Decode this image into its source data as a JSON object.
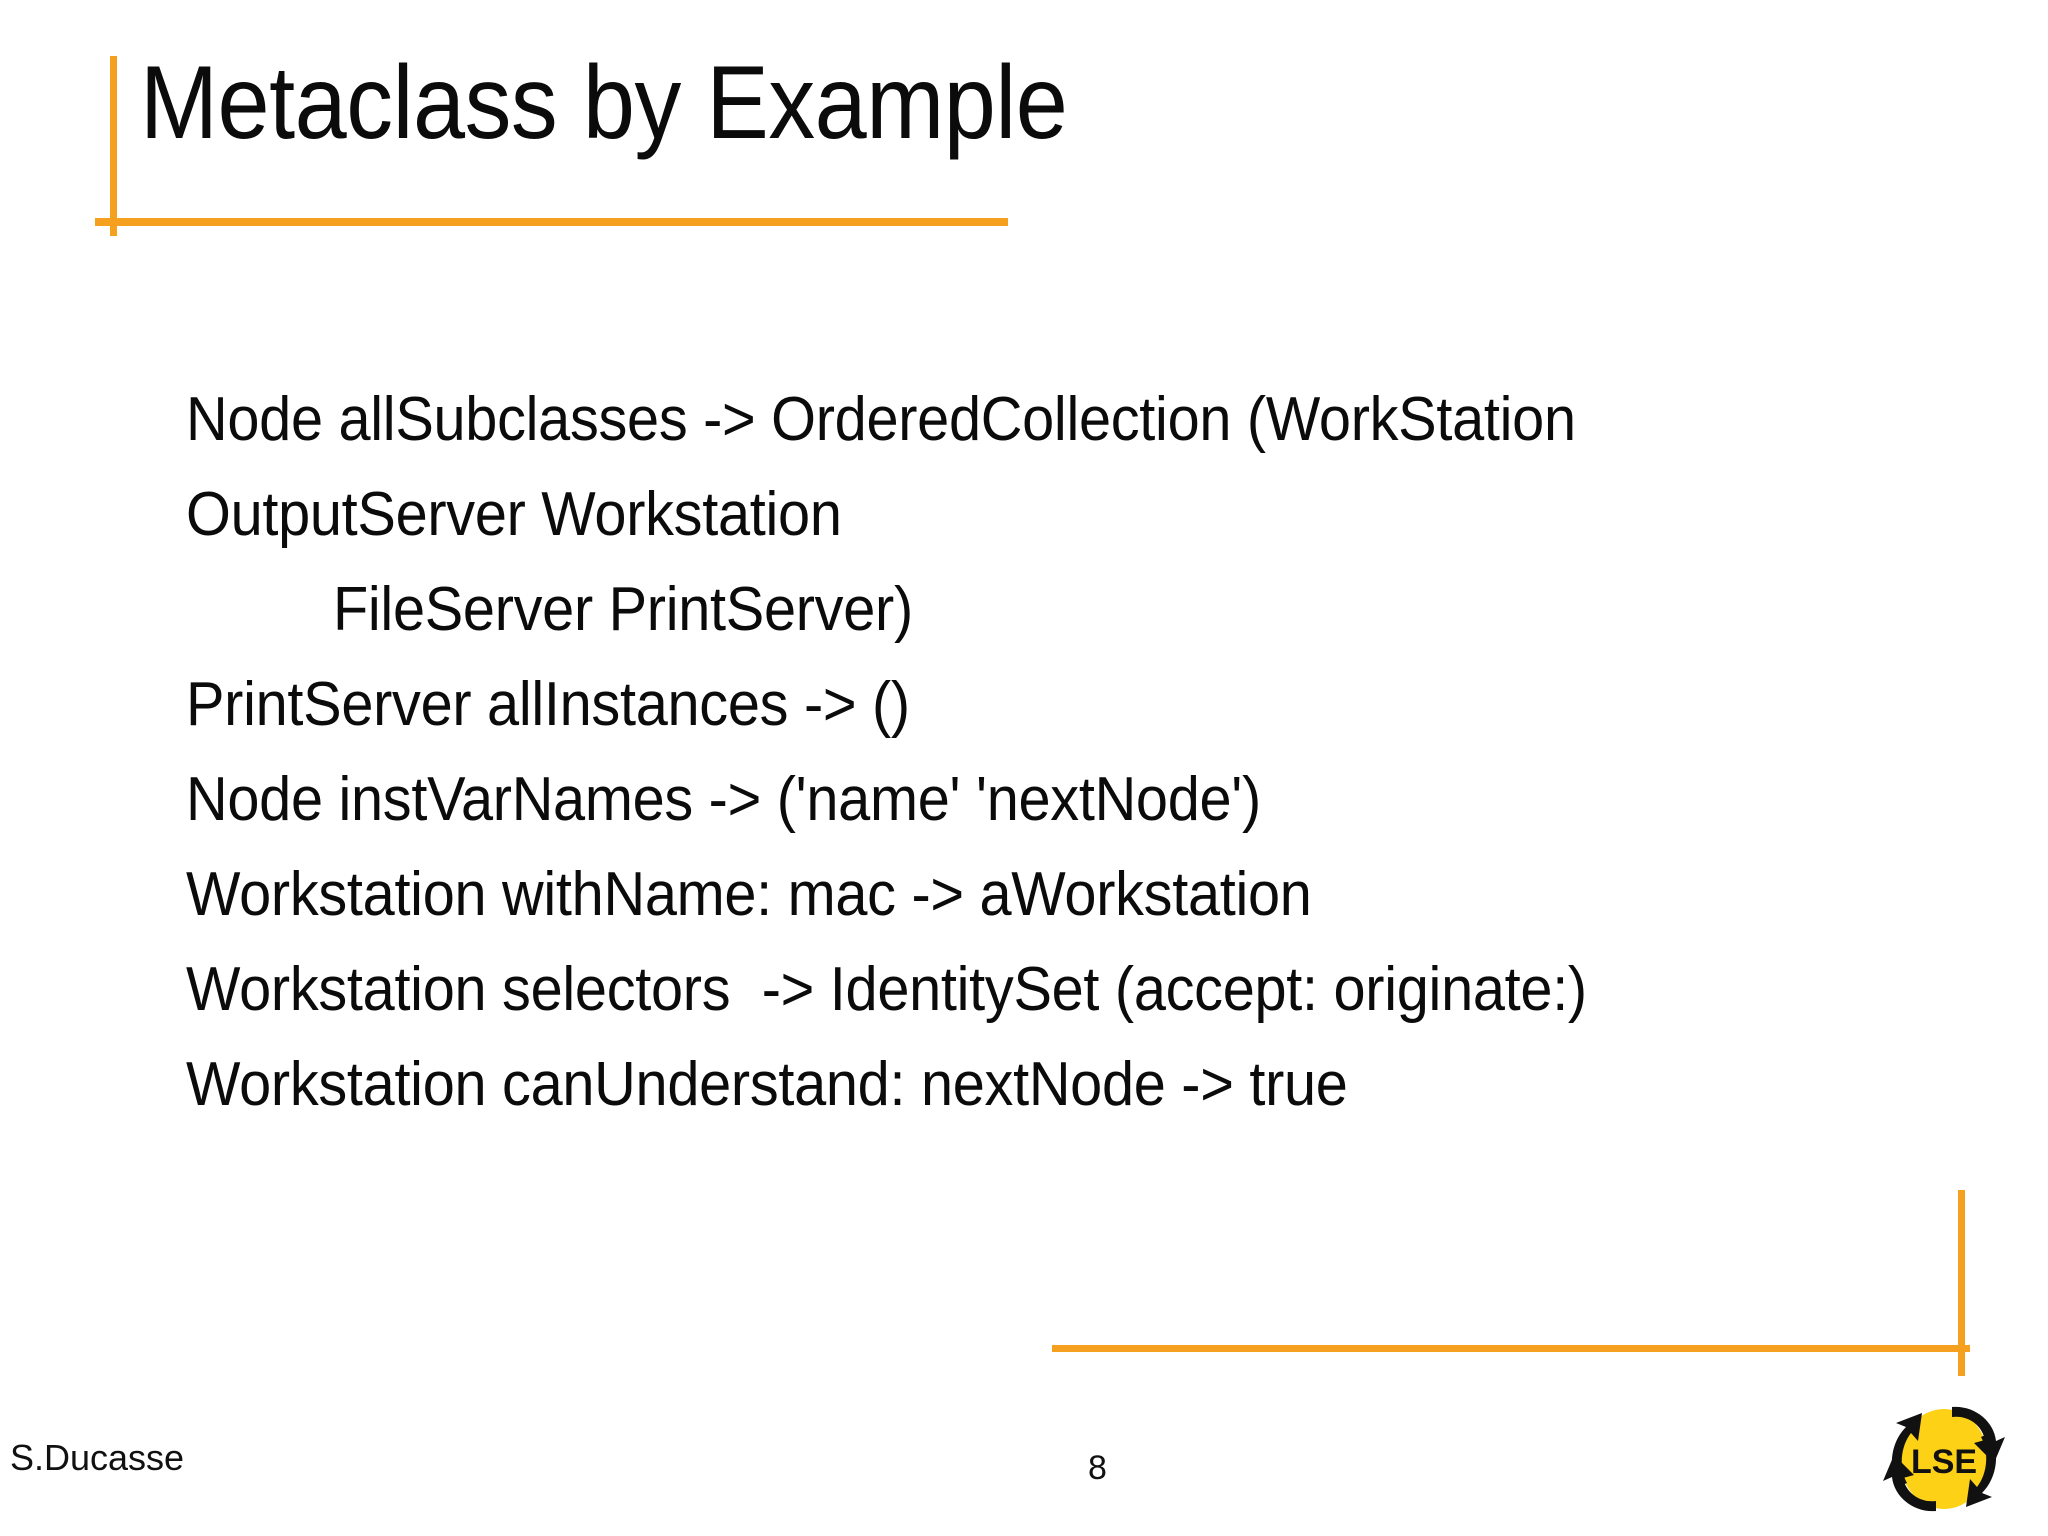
{
  "slide": {
    "title": "Metaclass by Example",
    "body_lines": [
      {
        "text": "Node allSubclasses -> OrderedCollection (WorkStation",
        "indent": false
      },
      {
        "text": "OutputServer Workstation",
        "indent": false
      },
      {
        "text": "FileServer PrintServer)",
        "indent": true
      },
      {
        "text": "PrintServer allInstances -> ()",
        "indent": false
      },
      {
        "text": "Node instVarNames -> ('name' 'nextNode')",
        "indent": false
      },
      {
        "text": "Workstation withName: mac -> aWorkstation",
        "indent": false
      },
      {
        "text": "Workstation selectors  -> IdentitySet (accept: originate:)",
        "indent": false
      },
      {
        "text": "Workstation canUnderstand: nextNode -> true",
        "indent": false
      }
    ]
  },
  "footer": {
    "author": "S.Ducasse",
    "page_number": "8",
    "logo_label": "LSE"
  },
  "colors": {
    "accent_orange": "#F5A01E",
    "text_black": "#0b0b0b",
    "logo_yellow": "#FCD116",
    "background": "#FFFFFF"
  }
}
